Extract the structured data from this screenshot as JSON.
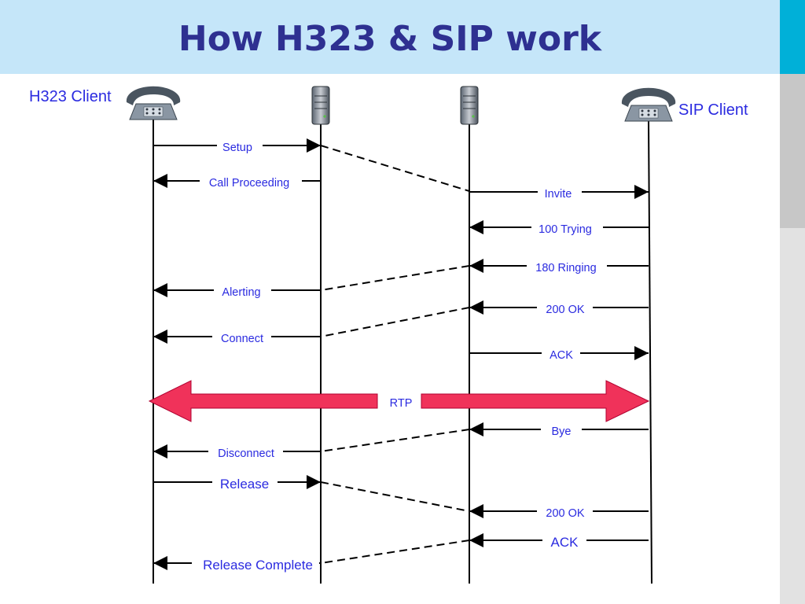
{
  "title": "How H323 & SIP work",
  "colors": {
    "title_bg": "#c5e6f9",
    "title_text": "#2e3091",
    "accent": "#00b0d8",
    "label_text": "#2b2be0",
    "rtp_arrow": "#f0325a"
  },
  "participants": {
    "h323_client": {
      "label": "H323 Client",
      "icon": "phone-icon"
    },
    "h323_gateway": {
      "icon": "server-icon"
    },
    "sip_gateway": {
      "icon": "server-icon"
    },
    "sip_client": {
      "label": "SIP Client",
      "icon": "phone-icon"
    }
  },
  "messages": [
    {
      "label": "Setup",
      "from": "h323_client",
      "to": "h323_gateway"
    },
    {
      "label": "Call Proceeding",
      "from": "h323_gateway",
      "to": "h323_client"
    },
    {
      "label": "Invite",
      "from": "sip_gateway",
      "to": "sip_client"
    },
    {
      "label": "100 Trying",
      "from": "sip_client",
      "to": "sip_gateway"
    },
    {
      "label": "180 Ringing",
      "from": "sip_client",
      "to": "sip_gateway"
    },
    {
      "label": "Alerting",
      "from": "h323_gateway",
      "to": "h323_client"
    },
    {
      "label": "200 OK",
      "from": "sip_client",
      "to": "sip_gateway"
    },
    {
      "label": "Connect",
      "from": "h323_gateway",
      "to": "h323_client"
    },
    {
      "label": "ACK",
      "from": "sip_gateway",
      "to": "sip_client"
    },
    {
      "label": "RTP",
      "from": "h323_client",
      "to": "sip_client",
      "bidirectional": true
    },
    {
      "label": "Bye",
      "from": "sip_client",
      "to": "sip_gateway"
    },
    {
      "label": "Disconnect",
      "from": "h323_gateway",
      "to": "h323_client"
    },
    {
      "label": "Release",
      "from": "h323_client",
      "to": "h323_gateway"
    },
    {
      "label": "200 OK",
      "from": "sip_client",
      "to": "sip_gateway"
    },
    {
      "label": "ACK",
      "from": "sip_client",
      "to": "sip_gateway"
    },
    {
      "label": "Release Complete",
      "from": "h323_gateway",
      "to": "h323_client"
    }
  ]
}
